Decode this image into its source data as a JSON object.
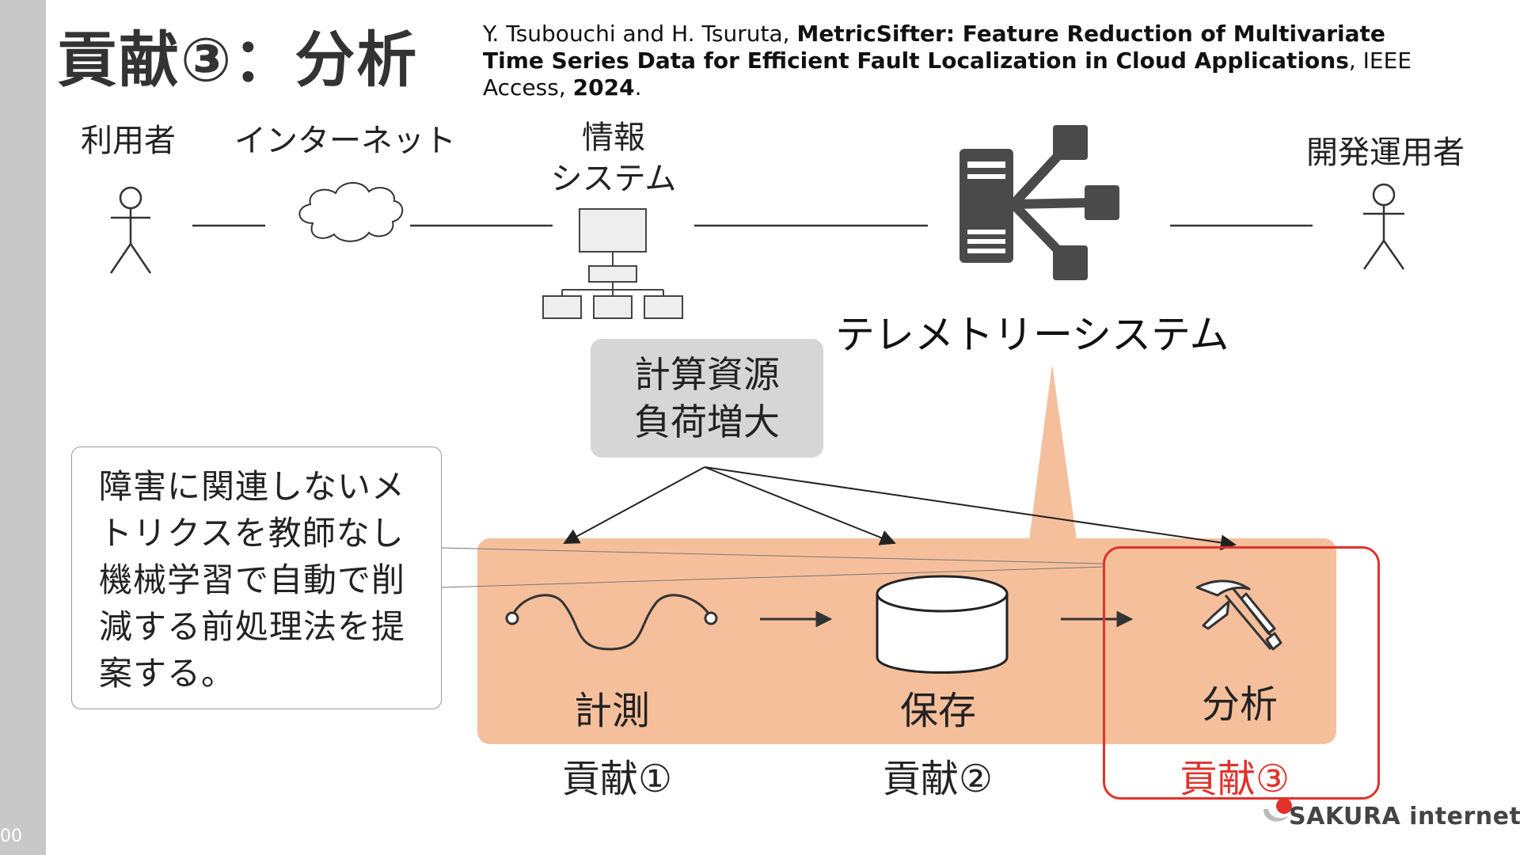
{
  "title": "貢献③：分析",
  "citation": {
    "authors": "Y. Tsubouchi and H. Tsuruta, ",
    "paper_title": "MetricSifter: Feature Reduction of Multivariate Time Series Data for Efficient Fault Localization in Cloud Applications",
    "venue": ", IEEE Access, ",
    "year": "2024",
    "end": "."
  },
  "page_number": "00",
  "top_flow": {
    "user": "利用者",
    "internet": "インターネット",
    "info_system": "情報\nシステム",
    "devops": "開発運用者",
    "telemetry": "テレメトリーシステム"
  },
  "load_box": "計算資源\n負荷増大",
  "callout": "障害に関連しないメトリクスを教師なし機械学習で自動で削減する前処理法を提案する。",
  "stages": {
    "measure": "計測",
    "store": "保存",
    "analyze": "分析"
  },
  "contributions": {
    "c1": "貢献①",
    "c2": "貢献②",
    "c3": "貢献③"
  },
  "colors": {
    "accent_orange": "#f5bf9c",
    "highlight_red": "#e0322b",
    "sidebar_gray": "#c8c8c8",
    "box_gray": "#d6d6d6"
  },
  "logo": {
    "text": "SAKURA internet"
  }
}
